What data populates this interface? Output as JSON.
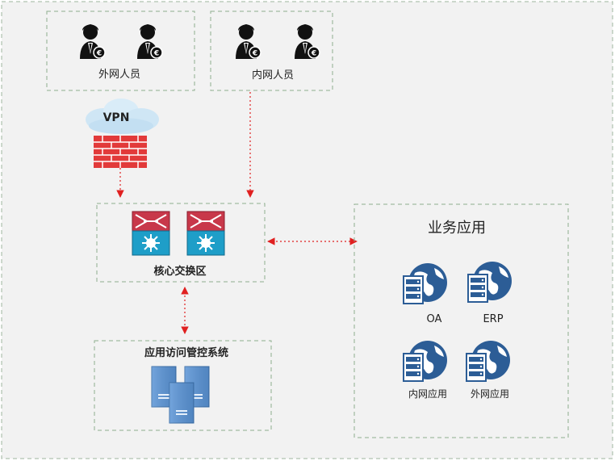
{
  "groups": {
    "external_users": {
      "label": "外网人员"
    },
    "internal_users": {
      "label": "内网人员"
    },
    "vpn": {
      "label": "VPN"
    },
    "core_switch": {
      "label": "核心交换区"
    },
    "access_control": {
      "label": "应用访问管控系统"
    },
    "business_apps": {
      "title": "业务应用",
      "apps": [
        {
          "label": "OA"
        },
        {
          "label": "ERP"
        },
        {
          "label": "内网应用"
        },
        {
          "label": "外网应用"
        }
      ]
    }
  },
  "colors": {
    "background": "#f2f2f2",
    "dashed_border": "#8fae8f",
    "arrow": "#e02020",
    "firewall": "#e23a3a",
    "switch_red": "#c8384a",
    "switch_blue": "#1e9ec8",
    "server": "#4a86c8",
    "globe": "#2c5d96"
  }
}
